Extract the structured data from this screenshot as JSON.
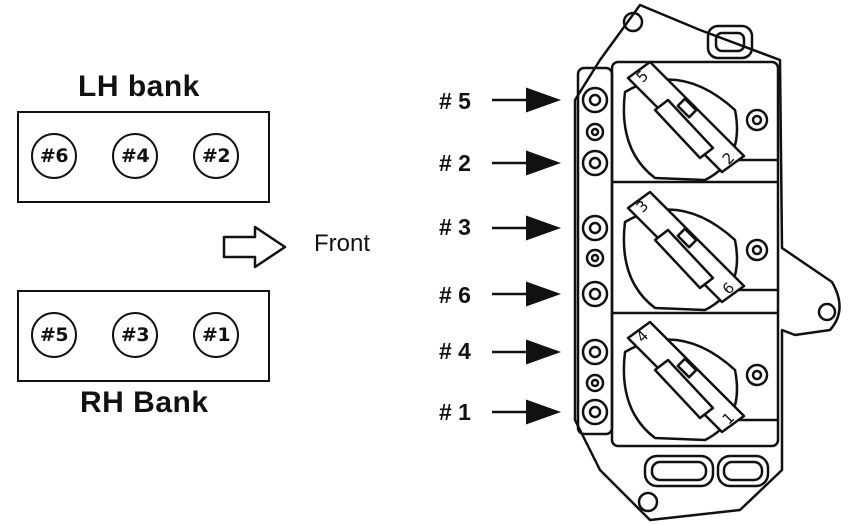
{
  "lh_bank": {
    "title": "LH bank",
    "cylinders": [
      "#6",
      "#4",
      "#2"
    ]
  },
  "rh_bank": {
    "title": "RH Bank",
    "cylinders": [
      "#5",
      "#3",
      "#1"
    ]
  },
  "direction": {
    "label": "Front",
    "icon": "arrow-right-outline-icon"
  },
  "coil_pack": {
    "terminal_labels": [
      "# 5",
      "# 2",
      "# 3",
      "# 6",
      "# 4",
      "# 1"
    ],
    "coil_numbers": [
      "5",
      "2",
      "3",
      "6",
      "4",
      "1"
    ]
  }
}
